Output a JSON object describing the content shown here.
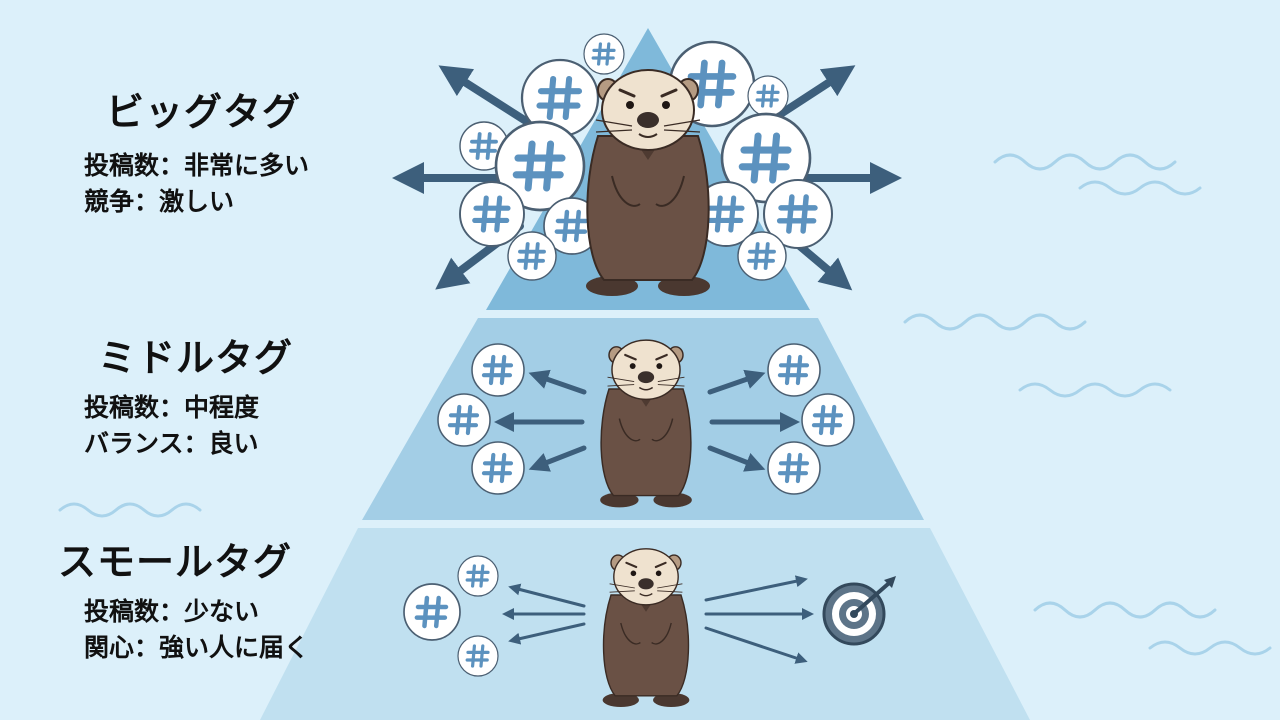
{
  "tiers": {
    "big": {
      "title": "ビッグタグ",
      "line1": "投稿数：非常に多い",
      "line2": "競争：激しい"
    },
    "middle": {
      "title": "ミドルタグ",
      "line1": "投稿数：中程度",
      "line2": "バランス：良い"
    },
    "small": {
      "title": "スモールタグ",
      "line1": "投稿数：少ない",
      "line2": "関心：強い人に届く"
    }
  },
  "icons": {
    "hashtag_symbol": "#",
    "target": "target-icon",
    "otter": "sea-otter-icon"
  },
  "colors": {
    "background": "#dcf0fa",
    "tier_big": "#7fb9da",
    "tier_middle": "#a3cee6",
    "tier_small": "#c0e0f0",
    "arrow": "#3d5f7c",
    "hashtag": "#5c92bf",
    "otter_body": "#6a5145",
    "otter_face": "#efe2cf"
  }
}
